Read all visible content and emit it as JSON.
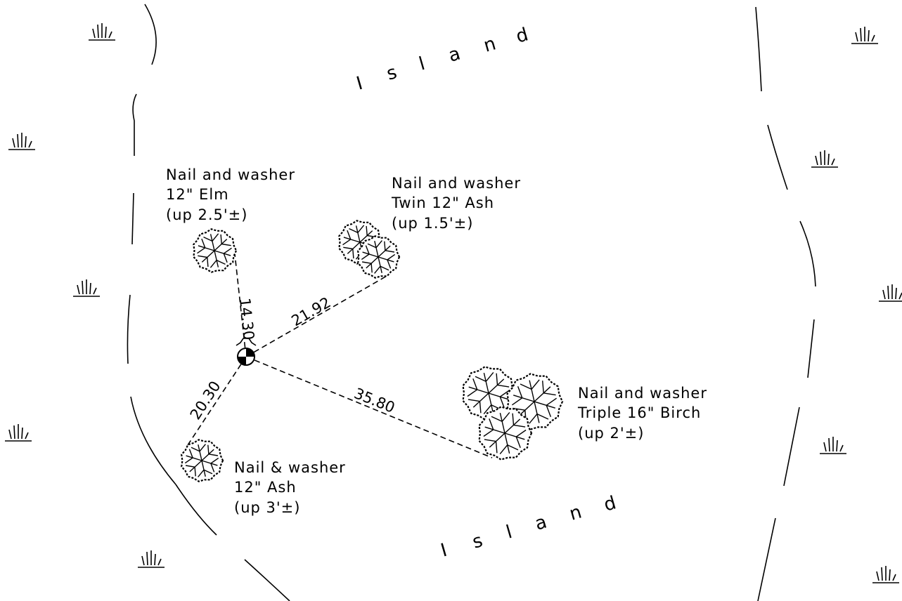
{
  "island_letters": [
    "I",
    "s",
    "l",
    "a",
    "n",
    "d"
  ],
  "trees": [
    {
      "id": "elm",
      "label": [
        "Nail and washer",
        "12\" Elm",
        "(up 2.5'±)"
      ]
    },
    {
      "id": "twin-ash",
      "label": [
        "Nail and washer",
        "Twin 12\" Ash",
        "(up 1.5'±)"
      ]
    },
    {
      "id": "birch",
      "label": [
        "Nail and washer",
        "Triple 16\" Birch",
        "(up 2'±)"
      ]
    },
    {
      "id": "ash",
      "label": [
        "Nail & washer",
        "12\" Ash",
        "(up 3'±)"
      ]
    }
  ],
  "dimensions": {
    "to_elm": "14.30",
    "to_twin_ash": "21.92",
    "to_birch": "35.80",
    "to_ash": "20.30"
  },
  "symbols": {
    "marsh": "marsh-grass-symbol",
    "control_point": "survey-control-point-symbol",
    "tree": "deciduous-tree-symbol"
  }
}
